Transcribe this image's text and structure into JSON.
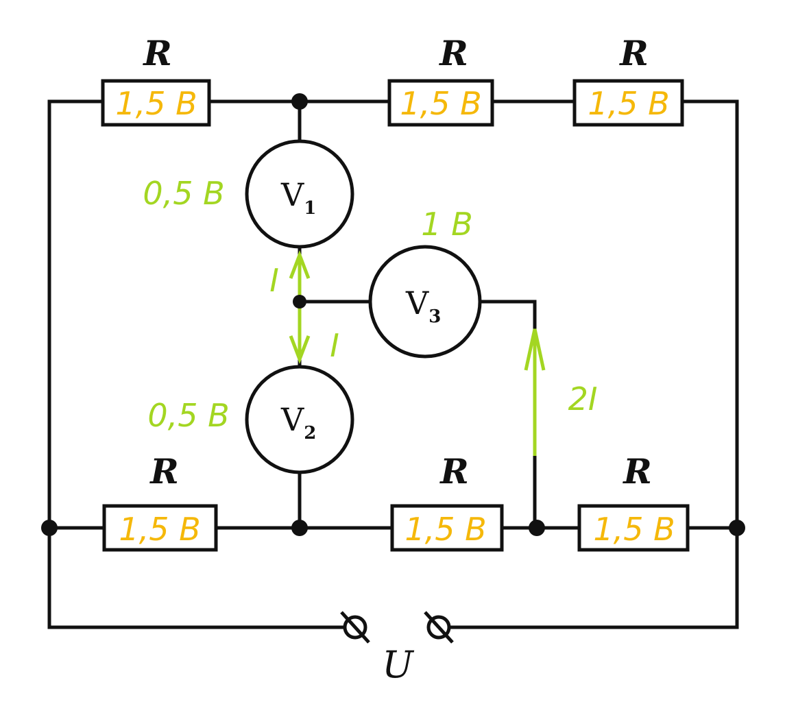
{
  "colors": {
    "resistor_annotation": "#f5b80a",
    "current_annotation": "#a3d622",
    "wire": "#111111"
  },
  "resistors": [
    {
      "label": "R",
      "voltage": "1,5 B"
    },
    {
      "label": "R",
      "voltage": "1,5 B"
    },
    {
      "label": "R",
      "voltage": "1,5 B"
    },
    {
      "label": "R",
      "voltage": "1,5 B"
    },
    {
      "label": "R",
      "voltage": "1,5 B"
    },
    {
      "label": "R",
      "voltage": "1,5 B"
    }
  ],
  "voltmeters": [
    {
      "main": "V",
      "sub": "1",
      "reading": "0,5 B"
    },
    {
      "main": "V",
      "sub": "2",
      "reading": "0,5 B"
    },
    {
      "main": "V",
      "sub": "3",
      "reading": "1 B"
    }
  ],
  "currents": {
    "i_up": "I",
    "i_down": "I",
    "i_double": "2I"
  },
  "source": {
    "label": "U"
  }
}
